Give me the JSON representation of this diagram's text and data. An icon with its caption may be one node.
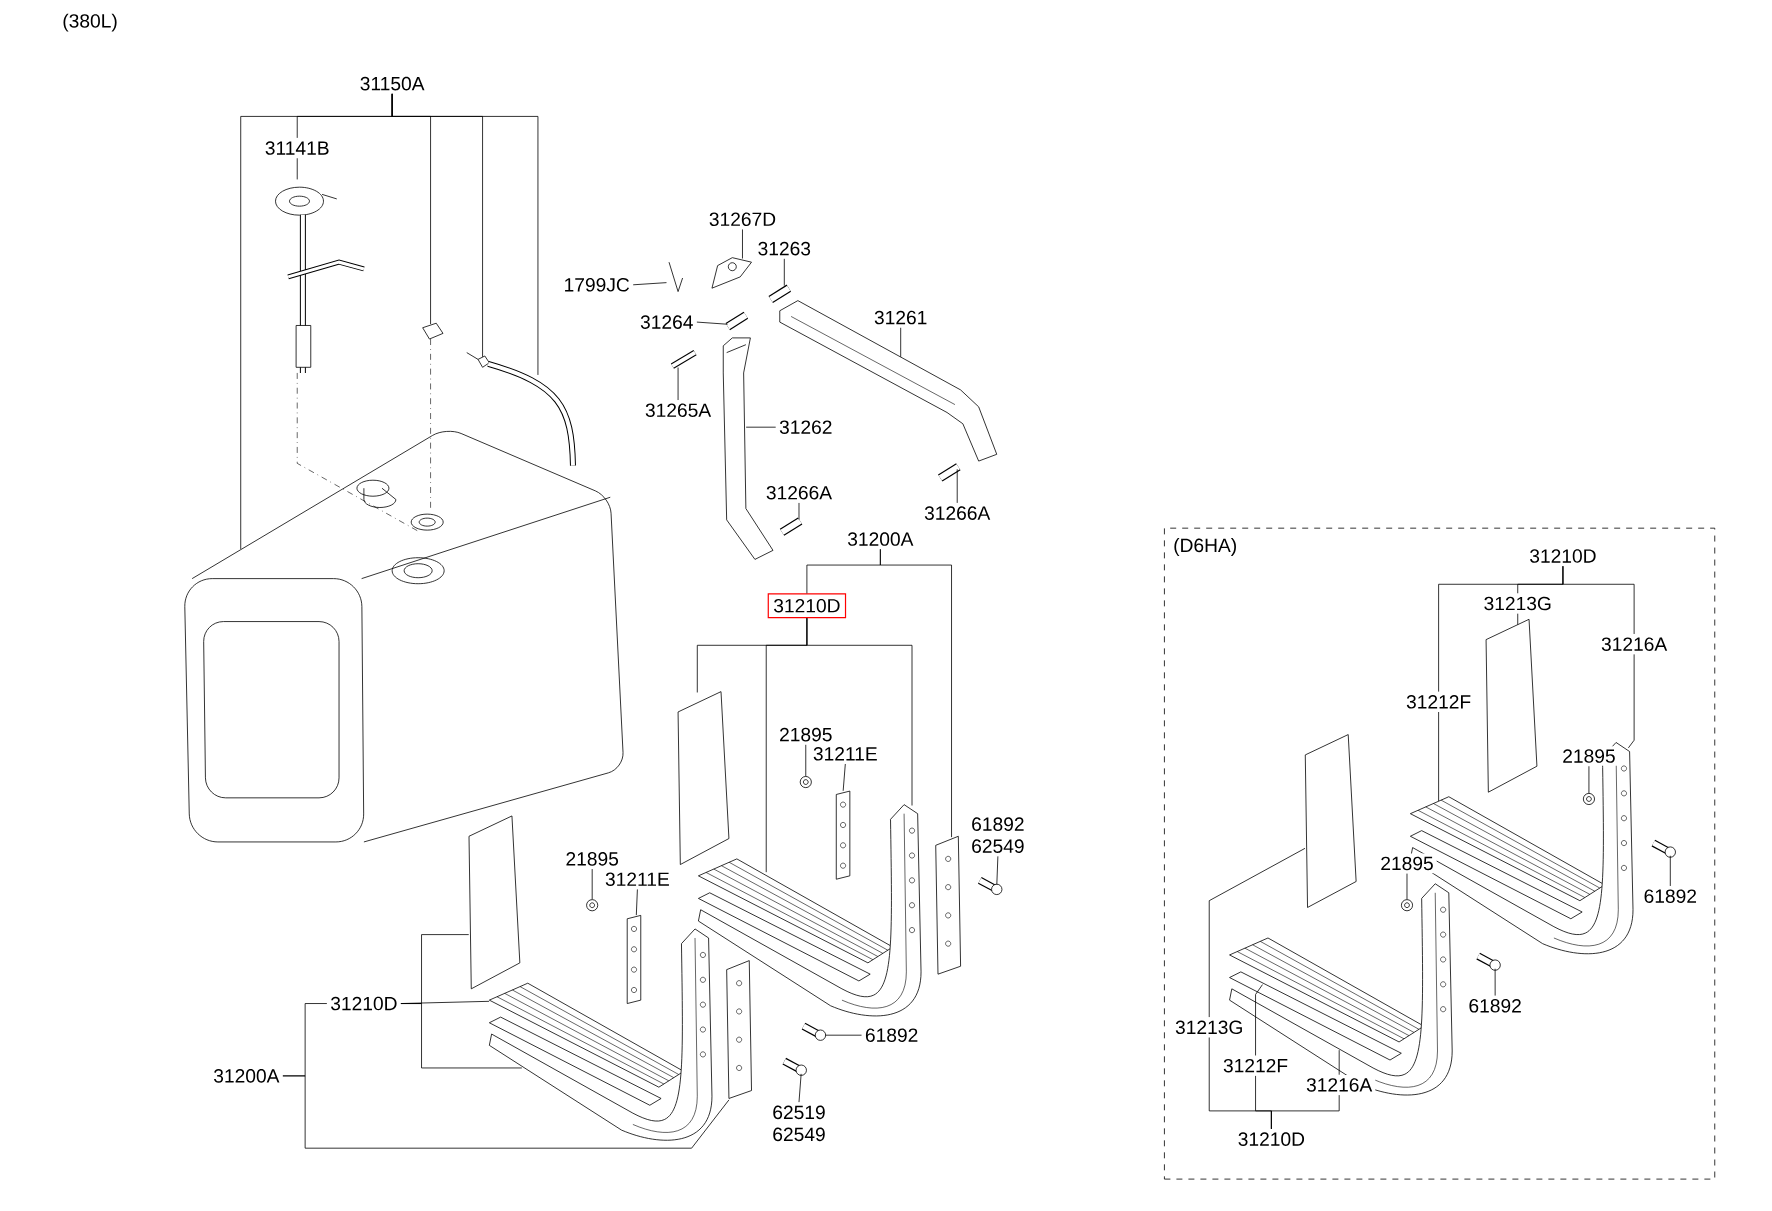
{
  "diagram": {
    "nodes": [
      {
        "text": [
          "31150A"
        ]
      },
      {
        "text": [
          "31141B"
        ]
      },
      {
        "text": [
          "1799JC"
        ]
      },
      {
        "text": [
          "31267D"
        ]
      },
      {
        "text": [
          "31263"
        ]
      },
      {
        "text": [
          "31264"
        ]
      },
      {
        "text": [
          "31261"
        ]
      },
      {
        "text": [
          "31265A"
        ]
      },
      {
        "text": [
          "31262"
        ]
      },
      {
        "text": [
          "31266A"
        ]
      },
      {
        "text": [
          "31266A"
        ]
      },
      {
        "text": [
          "31200A"
        ]
      },
      {
        "text": [
          "31210D"
        ]
      },
      {
        "text": [
          "21895"
        ]
      },
      {
        "text": [
          "31211E"
        ]
      },
      {
        "text": [
          "61892",
          "62549"
        ]
      },
      {
        "text": [
          "21895"
        ]
      },
      {
        "text": [
          "31211E"
        ]
      },
      {
        "text": [
          "31210D"
        ]
      },
      {
        "text": [
          "31200A"
        ]
      },
      {
        "text": [
          "61892"
        ]
      },
      {
        "text": [
          "62519",
          "62549"
        ]
      },
      {
        "text": [
          "(D6HA)"
        ]
      },
      {
        "text": [
          "31210D"
        ],
        "in": 22
      },
      {
        "text": [
          "31213G"
        ],
        "in": 22
      },
      {
        "text": [
          "31216A"
        ],
        "in": 22
      },
      {
        "text": [
          "31212F"
        ],
        "in": 22
      },
      {
        "text": [
          "21895"
        ],
        "in": 22
      },
      {
        "text": [
          "61892"
        ],
        "in": 22
      },
      {
        "text": [
          "21895"
        ],
        "in": 22
      },
      {
        "text": [
          "61892"
        ],
        "in": 22
      },
      {
        "text": [
          "31213G"
        ],
        "in": 22
      },
      {
        "text": [
          "31212F"
        ],
        "in": 22
      },
      {
        "text": [
          "31216A"
        ],
        "in": 22
      },
      {
        "text": [
          "31210D"
        ],
        "in": 22
      },
      {
        "text": [],
        "shape": "picture"
      },
      {
        "text": [],
        "shape": "picture"
      },
      {
        "text": [],
        "shape": "picture"
      },
      {
        "text": [],
        "shape": "picture"
      },
      {
        "text": [],
        "shape": "picture"
      },
      {
        "text": [],
        "shape": "picture"
      },
      {
        "text": [],
        "shape": "picture"
      },
      {
        "text": [],
        "shape": "picture"
      },
      {
        "text": [],
        "shape": "picture"
      },
      {
        "text": [],
        "shape": "picture"
      },
      {
        "text": [],
        "shape": "picture"
      },
      {
        "text": [],
        "shape": "picture"
      },
      {
        "text": [],
        "shape": "picture"
      },
      {
        "text": [],
        "shape": "picture"
      },
      {
        "text": [],
        "shape": "picture"
      },
      {
        "text": [],
        "shape": "picture"
      },
      {
        "text": [],
        "shape": "picture"
      },
      {
        "text": [],
        "shape": "picture"
      },
      {
        "text": [],
        "shape": "picture"
      },
      {
        "text": [],
        "shape": "picture"
      },
      {
        "text": [],
        "shape": "picture"
      },
      {
        "text": [],
        "shape": "picture"
      },
      {
        "text": [],
        "shape": "picture"
      },
      {
        "text": [],
        "shape": "picture"
      },
      {
        "text": [],
        "shape": "picture"
      },
      {
        "text": [],
        "shape": "picture"
      },
      {
        "text": [],
        "shape": "picture"
      },
      {
        "text": [],
        "shape": "picture"
      },
      {
        "text": [],
        "shape": "picture"
      },
      {
        "text": [],
        "shape": "picture",
        "in": 22
      },
      {
        "text": [],
        "shape": "picture",
        "in": 22
      },
      {
        "text": [],
        "shape": "picture",
        "in": 22
      },
      {
        "text": [],
        "shape": "picture",
        "in": 22
      },
      {
        "text": [],
        "shape": "picture",
        "in": 22
      },
      {
        "text": [],
        "shape": "picture",
        "in": 22
      },
      {
        "text": [],
        "shape": "picture",
        "in": 22
      },
      {
        "text": [],
        "shape": "picture",
        "in": 22
      },
      {
        "text": [],
        "shape": "picture",
        "in": 22
      },
      {
        "text": [],
        "shape": "picture",
        "in": 22
      }
    ],
    "edges": [
      {
        "from": 0,
        "to": 35,
        "arrow": "none"
      },
      {
        "from": 0,
        "to": 1,
        "arrow": "none"
      },
      {
        "from": 0,
        "to": 37,
        "arrow": "none"
      },
      {
        "from": 0,
        "to": 38,
        "arrow": "none"
      },
      {
        "from": 0,
        "to": 39,
        "arrow": "none"
      },
      {
        "from": 1,
        "to": 36,
        "arrow": "none"
      },
      {
        "from": 2,
        "to": 40,
        "arrow": "none"
      },
      {
        "from": 3,
        "to": 41,
        "arrow": "none"
      },
      {
        "from": 4,
        "to": 42,
        "arrow": "none"
      },
      {
        "from": 5,
        "to": 43,
        "arrow": "none"
      },
      {
        "from": 7,
        "to": 44,
        "arrow": "none"
      },
      {
        "from": 8,
        "to": 45,
        "arrow": "none"
      },
      {
        "from": 9,
        "to": 46,
        "arrow": "none"
      },
      {
        "from": 10,
        "to": 47,
        "arrow": "none"
      },
      {
        "from": 6,
        "to": 48,
        "arrow": "none"
      },
      {
        "from": 11,
        "to": 12,
        "arrow": "none"
      },
      {
        "from": 11,
        "to": 49,
        "arrow": "none"
      },
      {
        "from": 12,
        "to": 50,
        "arrow": "none"
      },
      {
        "from": 12,
        "to": 51,
        "arrow": "none"
      },
      {
        "from": 12,
        "to": 52,
        "arrow": "none"
      },
      {
        "from": 13,
        "to": 53,
        "arrow": "none"
      },
      {
        "from": 14,
        "to": 54,
        "arrow": "none"
      },
      {
        "from": 15,
        "to": 55,
        "arrow": "none"
      },
      {
        "from": 16,
        "to": 56,
        "arrow": "none"
      },
      {
        "from": 17,
        "to": 57,
        "arrow": "none"
      },
      {
        "from": 18,
        "to": 58,
        "arrow": "none"
      },
      {
        "from": 18,
        "to": 59,
        "arrow": "none"
      },
      {
        "from": 18,
        "to": 60,
        "arrow": "none"
      },
      {
        "from": 19,
        "to": 18,
        "arrow": "none"
      },
      {
        "from": 19,
        "to": 61,
        "arrow": "none"
      },
      {
        "from": 20,
        "to": 62,
        "arrow": "none"
      },
      {
        "from": 21,
        "to": 63,
        "arrow": "none"
      },
      {
        "from": 23,
        "to": 24,
        "arrow": "none"
      },
      {
        "from": 23,
        "to": 26,
        "arrow": "none"
      },
      {
        "from": 23,
        "to": 25,
        "arrow": "none"
      },
      {
        "from": 24,
        "to": 64,
        "arrow": "none"
      },
      {
        "from": 26,
        "to": 65,
        "arrow": "none"
      },
      {
        "from": 25,
        "to": 66,
        "arrow": "none"
      },
      {
        "from": 27,
        "to": 67,
        "arrow": "none"
      },
      {
        "from": 28,
        "to": 68,
        "arrow": "none"
      },
      {
        "from": 29,
        "to": 69,
        "arrow": "none"
      },
      {
        "from": 30,
        "to": 70,
        "arrow": "none"
      },
      {
        "from": 34,
        "to": 31,
        "arrow": "none"
      },
      {
        "from": 34,
        "to": 32,
        "arrow": "none"
      },
      {
        "from": 34,
        "to": 33,
        "arrow": "none"
      },
      {
        "from": 31,
        "to": 71,
        "arrow": "none"
      },
      {
        "from": 32,
        "to": 72,
        "arrow": "none"
      },
      {
        "from": 33,
        "to": 73,
        "arrow": "none"
      }
    ],
    "labels": [
      "(380L)"
    ]
  }
}
